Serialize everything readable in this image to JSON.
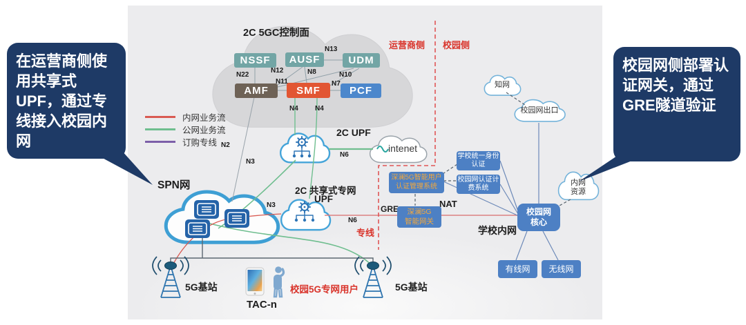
{
  "colors": {
    "bubble_navy": "#1E3A66",
    "nf_teal": "#72A5A5",
    "nf_amf_brown": "#6E6256",
    "nf_smf_orange": "#E25633",
    "nf_pcf_blue": "#4C87CC",
    "box_blue": "#4D80C4",
    "line_red": "#D95A52",
    "line_green": "#6FBE8F",
    "line_purple": "#7C5FA8",
    "srun_text_orange": "#F4A83C",
    "boundary_red": "#E05555"
  },
  "callouts": {
    "left": "在运营商侧使用共享式UPF，通过专线接入校园内网",
    "right": "校园网侧部署认证网关，通过GRE隧道验证"
  },
  "zones": {
    "operator": "运营商侧",
    "campus": "校园侧"
  },
  "legend": {
    "items": [
      {
        "label": "内网业务流",
        "color": "#D95A52"
      },
      {
        "label": "公网业务流",
        "color": "#6FBE8F"
      },
      {
        "label": "订购专线",
        "color": "#7C5FA8"
      }
    ]
  },
  "control_plane": {
    "title": "2C 5GC控制面",
    "nssf": "NSSF",
    "ausf": "AUSF",
    "udm": "UDM",
    "amf": "AMF",
    "smf": "SMF",
    "pcf": "PCF"
  },
  "refs": {
    "n13": "N13",
    "n22": "N22",
    "n12": "N12",
    "n8": "N8",
    "n10": "N10",
    "n11": "N11",
    "n7": "N7",
    "n4a": "N4",
    "n4b": "N4",
    "n2": "N2",
    "n3a": "N3",
    "n3b": "N3",
    "n6a": "N6",
    "n6b": "N6"
  },
  "labels": {
    "upf_2c": "2C UPF",
    "upf_shared_line1": "2C 共享式专网",
    "upf_shared_line2": "UPF",
    "internet": "intenet",
    "spn": "SPN网",
    "gre": "GRE",
    "nat": "NAT",
    "leased_line": "专线",
    "school_intranet": "学校内网",
    "tac": "TAC-n",
    "campus_user": "校园5G专网用户",
    "bs_left": "5G基站",
    "bs_right": "5G基站"
  },
  "campus_side": {
    "zhiwang": "知网",
    "egress": "校园网出口",
    "intranet_res_line1": "内网",
    "intranet_res_line2": "资源",
    "core_line1": "校园网",
    "core_line2": "核心",
    "wired": "有线网",
    "wireless": "无线网",
    "identity_line1": "学校统一身份",
    "identity_line2": "认证",
    "billing_line1": "校园网认证计",
    "billing_line2": "费系统",
    "srun_sys_line1": "深澜5G智能用户",
    "srun_sys_line2": "认证管理系统",
    "srun_gw_line1": "深澜5G",
    "srun_gw_line2": "智能网关"
  }
}
